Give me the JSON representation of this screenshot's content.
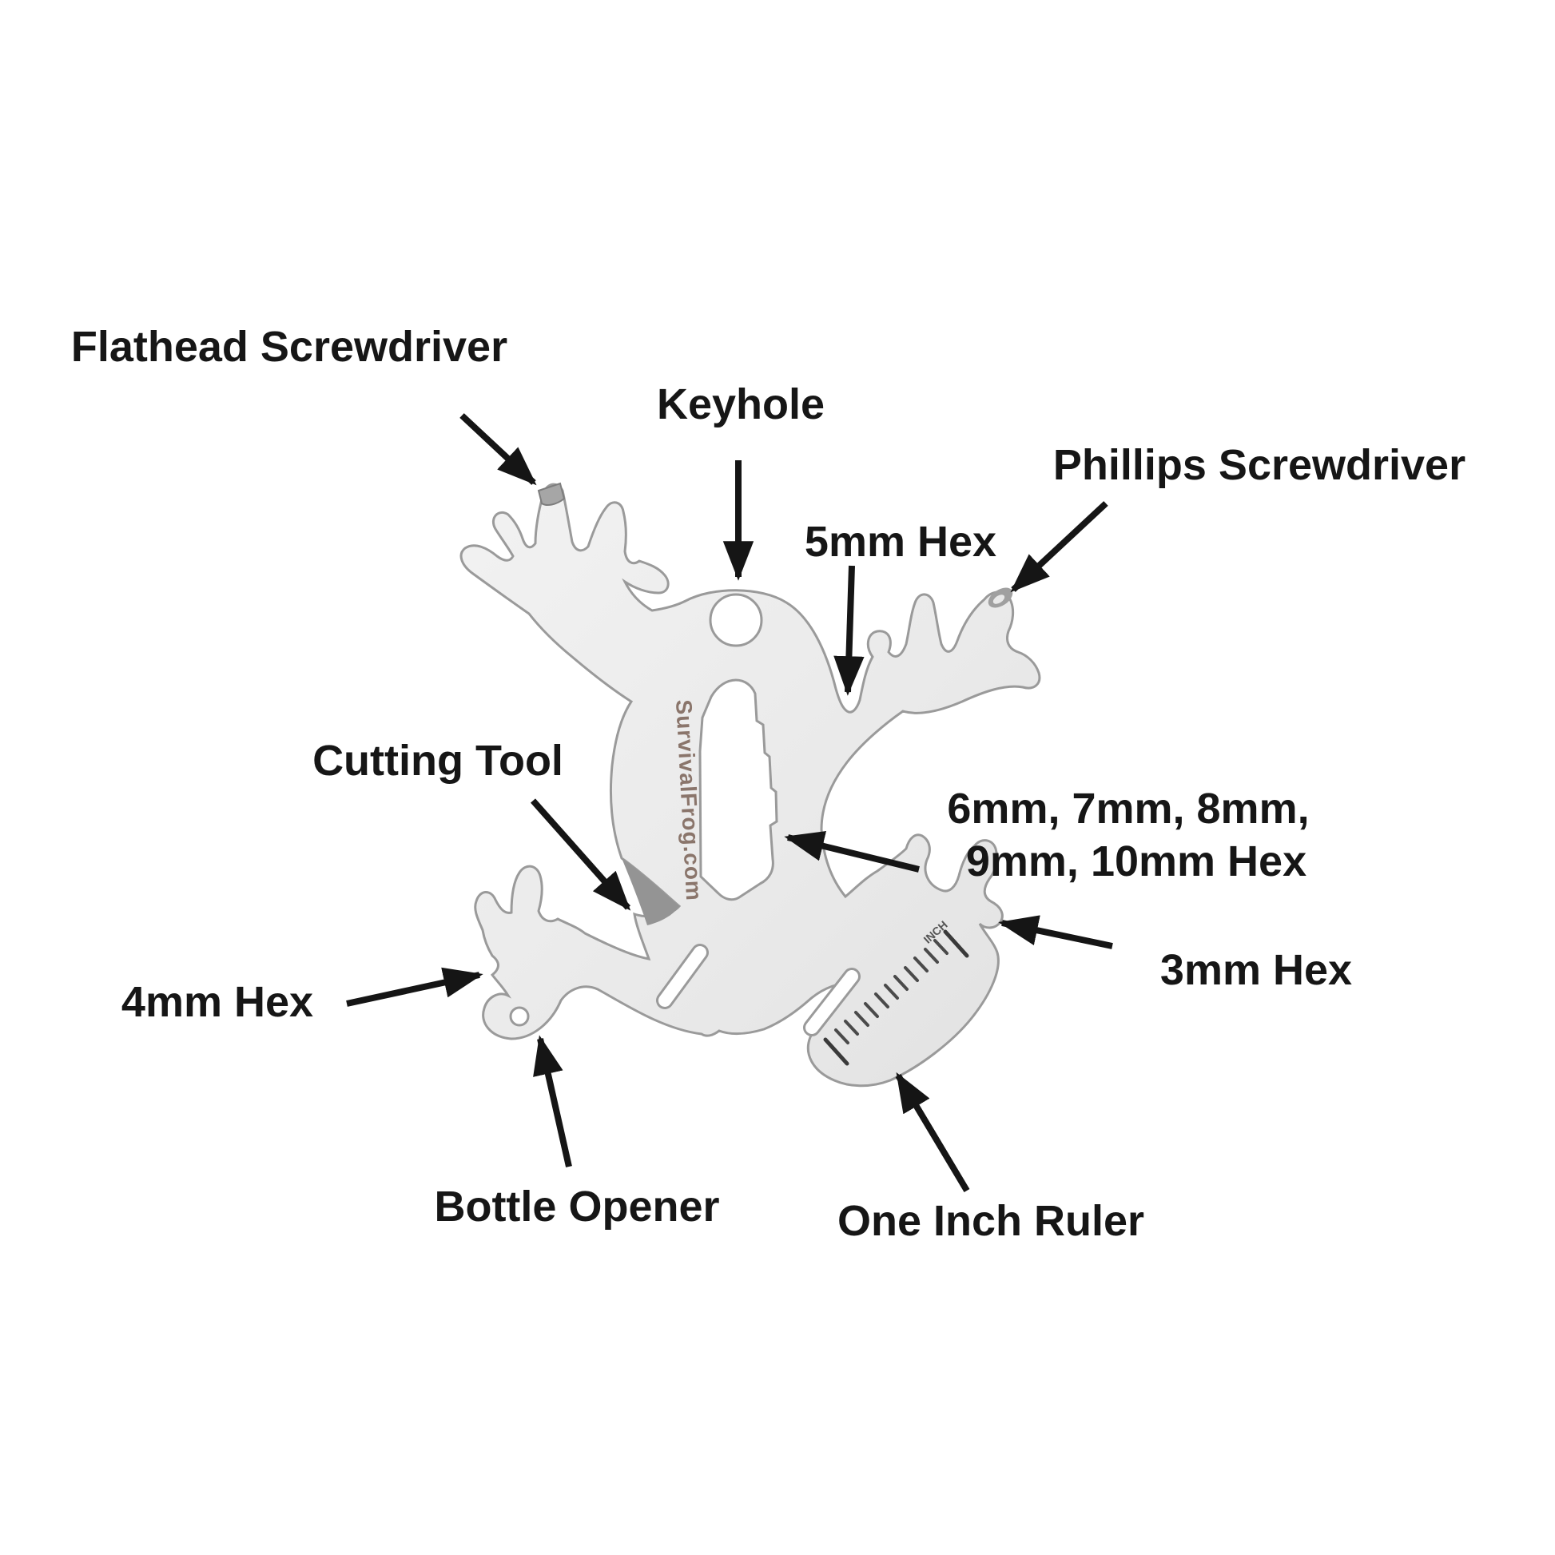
{
  "figure": {
    "description": "Frog-shaped survival multi-tool annotated diagram",
    "background_color": "#ffffff",
    "tool_fill_color": "#ececec",
    "tool_outline_color": "#9a9a9a",
    "label_text_color": "#161616",
    "arrow_color": "#151515",
    "engraving_color": "#8a756b"
  },
  "brand": {
    "engraving": "SurvivalFrog.com",
    "ruler_unit": "INCH"
  },
  "labels": {
    "flathead": "Flathead Screwdriver",
    "keyhole": "Keyhole",
    "phillips": "Phillips Screwdriver",
    "hex5": "5mm Hex",
    "cutting": "Cutting Tool",
    "hex610_line1": "6mm, 7mm, 8mm,",
    "hex610_line2": "9mm, 10mm Hex",
    "hex4": "4mm Hex",
    "hex3": "3mm Hex",
    "bottle": "Bottle Opener",
    "ruler": "One Inch Ruler"
  }
}
